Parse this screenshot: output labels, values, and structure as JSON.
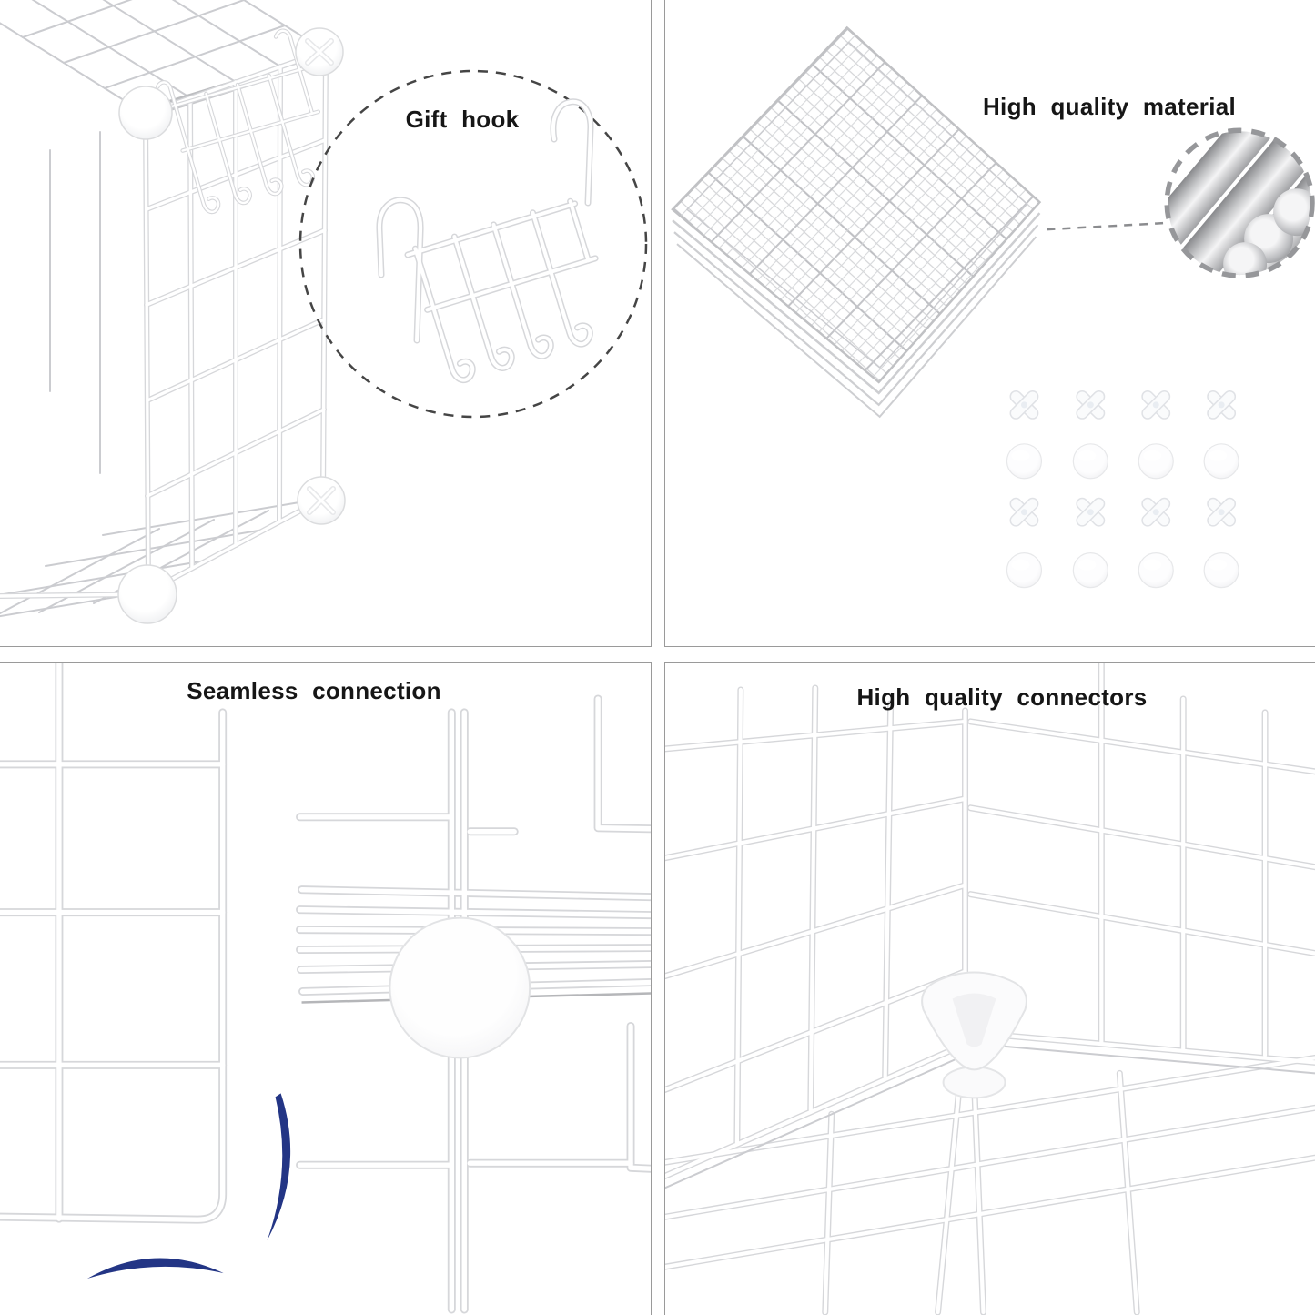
{
  "page": {
    "type": "product feature collage (wire cube storage organizer)",
    "background_color": "#ffffff",
    "divider_color": "#9a9a9a"
  },
  "quadrants": {
    "top_left": {
      "caption": "Gift hook"
    },
    "top_right": {
      "caption": "High quality material"
    },
    "bottom_left": {
      "caption": "Seamless connection"
    },
    "bottom_right": {
      "caption": "High quality connectors"
    }
  },
  "connector_kit": {
    "grid": "4 columns x 4 rows",
    "row_pattern": [
      "cross-clip",
      "round-buckle",
      "cross-clip",
      "round-buckle"
    ],
    "items_per_row": 4
  },
  "colors": {
    "wire_highlight": "#ffffff",
    "wire_shadow": "#d6d7da",
    "motion_arc_blue": "#233585",
    "metal_rod_gray": "#a7a8ab",
    "callout_dash_dark": "#454545",
    "callout_dash_gray": "#96979a"
  }
}
